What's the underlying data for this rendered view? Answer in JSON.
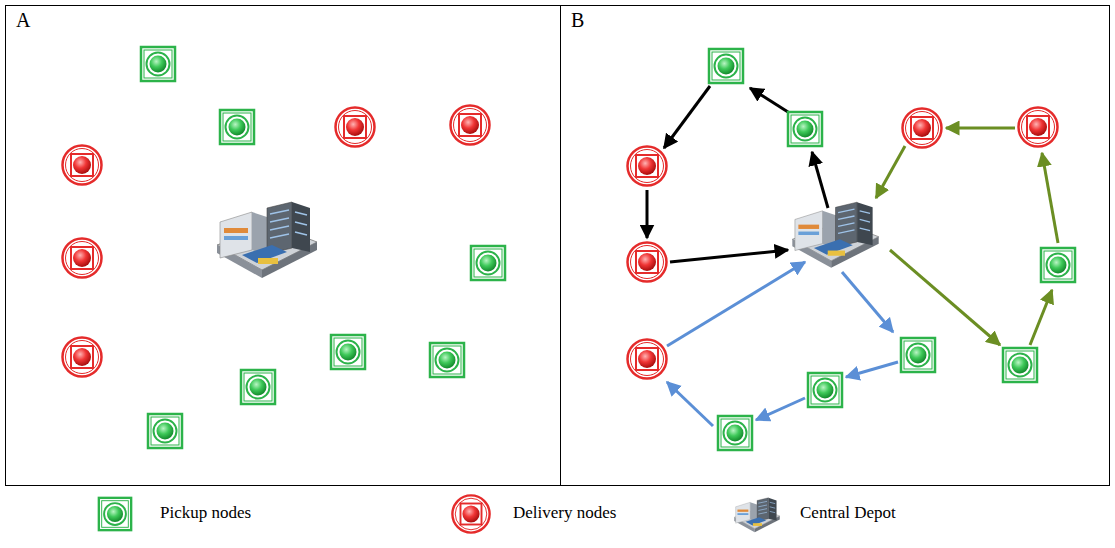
{
  "diagram": {
    "nodes": [
      {
        "text": [
          "A"
        ]
      },
      {
        "text": [
          "B"
        ]
      }
    ],
    "legend": [
      {
        "text": "Pickup nodes"
      },
      {
        "text": "Delivery nodes"
      },
      {
        "text": "Central Depot"
      }
    ]
  }
}
